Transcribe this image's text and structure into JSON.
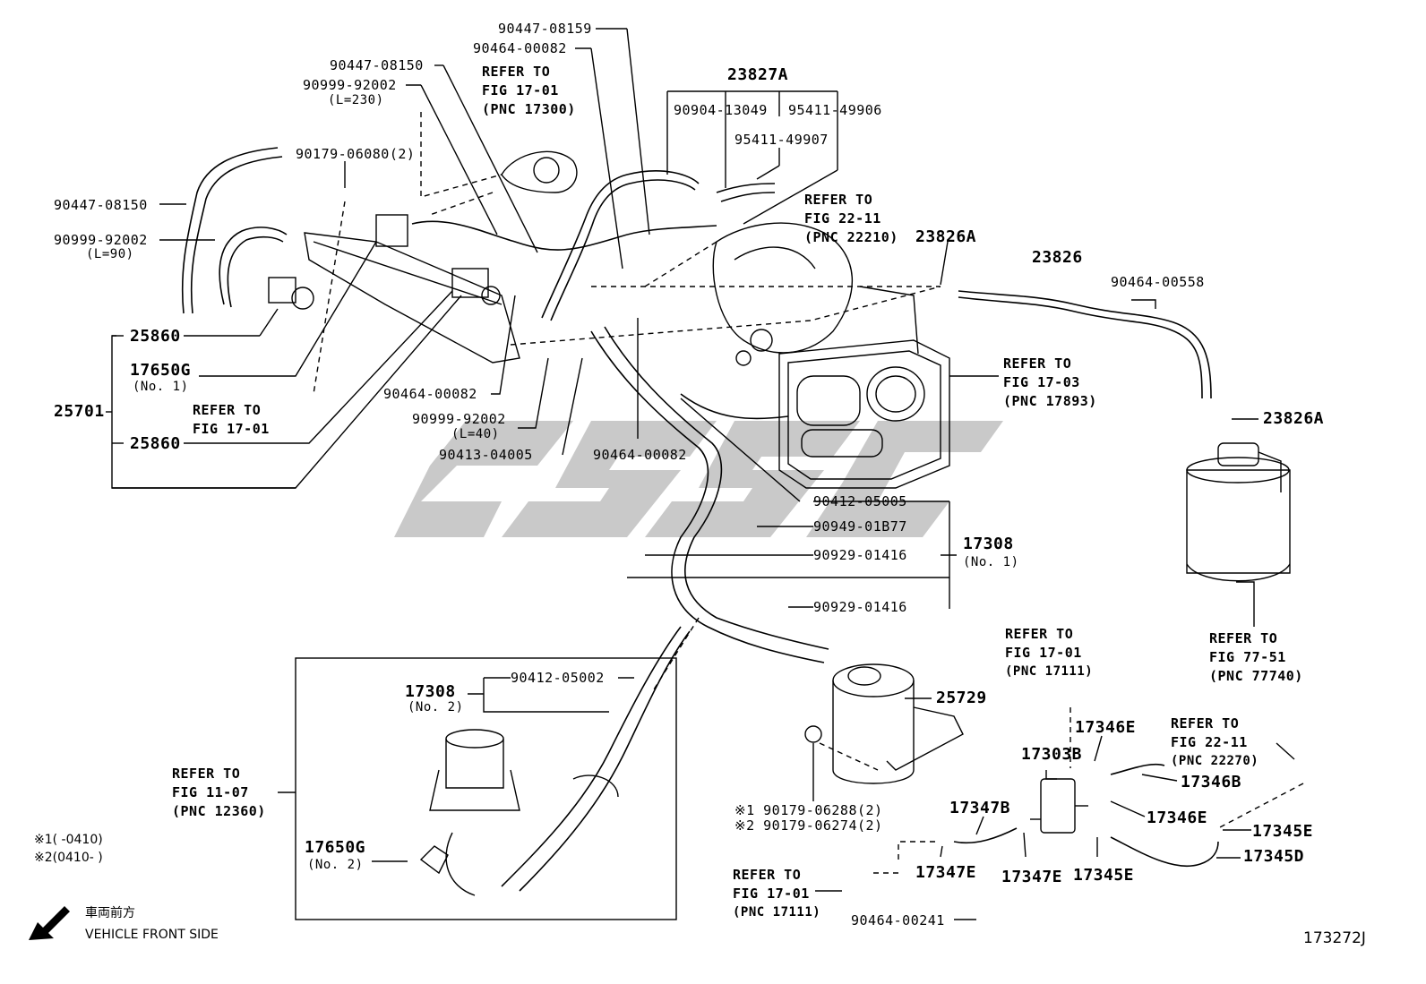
{
  "diagram_id": "173272J",
  "legend": {
    "footnote_1": "※1(      -0410)",
    "footnote_2": "※2(0410-      )",
    "direction_ja": "車両前方",
    "direction_en": "VEHICLE FRONT SIDE"
  },
  "refs": {
    "fig17_01_top": [
      "REFER TO",
      "FIG 17-01",
      "(PNC 17300)"
    ],
    "fig22_11_top": [
      "REFER TO",
      "FIG 22-11",
      "(PNC 22210)"
    ],
    "fig17_03": [
      "REFER TO",
      "FIG 17-03",
      "(PNC 17893)"
    ],
    "fig17_01_left": [
      "REFER TO",
      "FIG 17-01"
    ],
    "fig77_51": [
      "REFER TO",
      "FIG 77-51",
      "(PNC 77740)"
    ],
    "fig17_01_mid": [
      "REFER TO",
      "FIG 17-01",
      "(PNC 17111)"
    ],
    "fig22_11_right": [
      "REFER TO",
      "FIG 22-11",
      "(PNC 22270)"
    ],
    "fig11_07": [
      "REFER TO",
      "FIG 11-07",
      "(PNC 12360)"
    ],
    "fig17_01_bottom": [
      "REFER TO",
      "FIG 17-01",
      "(PNC 17111)"
    ]
  },
  "parts": {
    "p_90447_08159": "90447-08159",
    "p_90464_00082_top": "90464-00082",
    "p_90447_08150_top": "90447-08150",
    "p_90999_92002_top": "90999-92002",
    "p_l230": "(L=230)",
    "p_23827A": "23827A",
    "p_90904_13049": "90904-13049",
    "p_95411_49906": "95411-49906",
    "p_95411_49907": "95411-49907",
    "p_90179_06080": "90179-06080(2)",
    "p_90447_08150_left": "90447-08150",
    "p_90999_92002_left": "90999-92002",
    "p_l90": "(L=90)",
    "p_23826A_top": "23826A",
    "p_23826": "23826",
    "p_90464_00558": "90464-00558",
    "p_25860_a": "25860",
    "p_17650G_top": "17650G",
    "p_no1_a": "(No. 1)",
    "p_25701": "25701",
    "p_25860_b": "25860",
    "p_90464_00082_mid": "90464-00082",
    "p_90999_92002_mid": "90999-92002",
    "p_l40": "(L=40)",
    "p_90413_04005": "90413-04005",
    "p_90464_00082_c": "90464-00082",
    "p_23826A_right": "23826A",
    "p_90412_05005": "90412-05005",
    "p_90949_01B77": "90949-01B77",
    "p_90929_01416_a": "90929-01416",
    "p_17308_a": "17308",
    "p_no1_b": "(No. 1)",
    "p_90929_01416_b": "90929-01416",
    "p_90412_05002": "90412-05002",
    "p_17308_b": "17308",
    "p_no2_a": "(No. 2)",
    "p_25729": "25729",
    "p_17346E_a": "17346E",
    "p_17303B": "17303B",
    "p_17346B": "17346B",
    "p_90179_06288": "※1 90179-06288(2)",
    "p_90179_06274": "※2 90179-06274(2)",
    "p_17347B": "17347B",
    "p_17346E_b": "17346E",
    "p_17345E_a": "17345E",
    "p_17345D": "17345D",
    "p_17650G_bot": "17650G",
    "p_no2_b": "(No. 2)",
    "p_17347E_a": "17347E",
    "p_17347E_b": "17347E",
    "p_17345E_b": "17345E",
    "p_90464_00241": "90464-00241"
  }
}
